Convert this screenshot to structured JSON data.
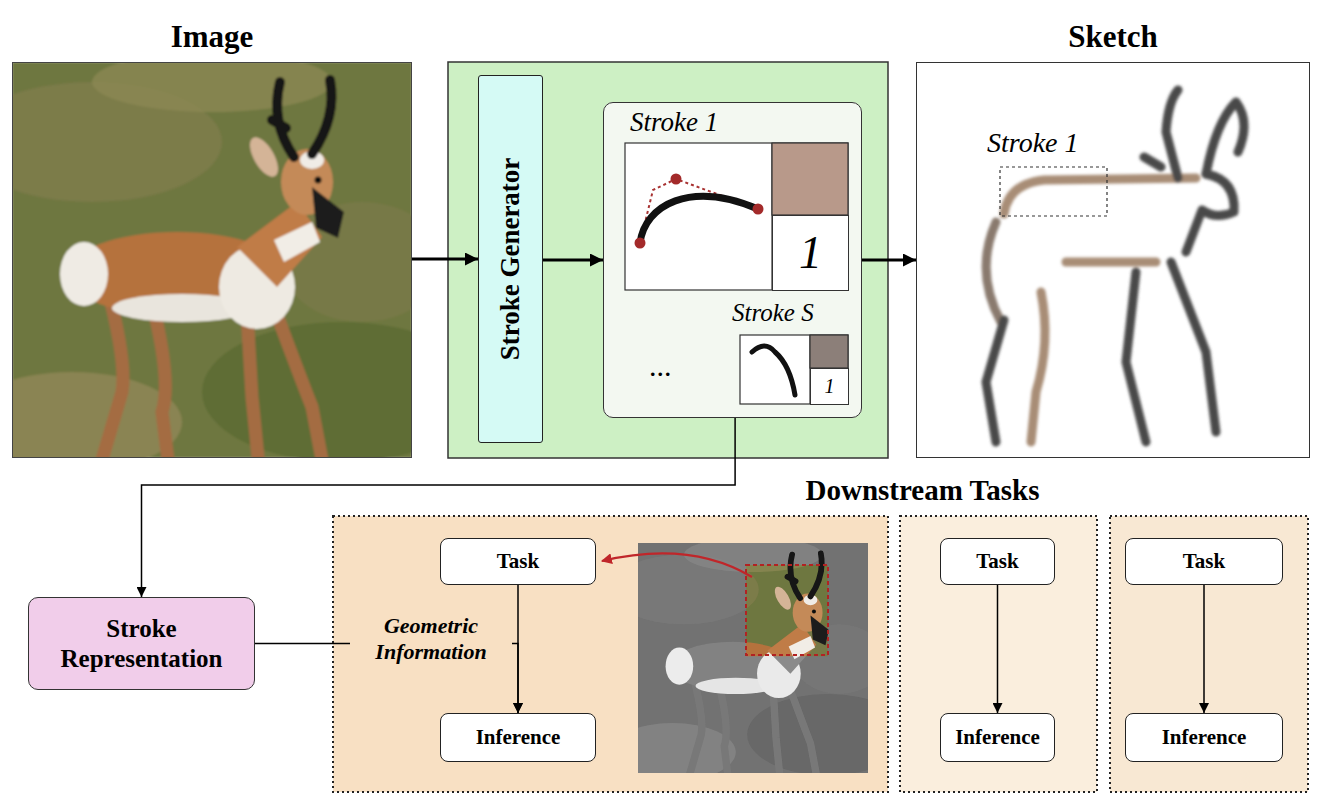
{
  "diagram": {
    "nodes": [
      {
        "text": [
          "Image"
        ]
      },
      {
        "text": [
          "Stroke Generator"
        ]
      },
      {
        "text": [
          "Stroke 1",
          "...",
          "Stroke S"
        ]
      },
      {
        "text": [
          "1"
        ],
        "in": 2
      },
      {
        "text": [
          "1"
        ],
        "in": 2
      },
      {
        "text": [
          "Sketch",
          "Stroke 1"
        ]
      },
      {
        "text": [
          "Stroke Representation"
        ]
      },
      {
        "text": [
          "Task"
        ]
      },
      {
        "text": [
          "Inference"
        ]
      },
      {
        "text": [
          "Task"
        ]
      },
      {
        "text": [
          "Inference"
        ]
      },
      {
        "text": [
          "Task"
        ]
      },
      {
        "text": [
          "Inference"
        ]
      }
    ],
    "edges": [
      {
        "from": 0,
        "to": 1,
        "arrow": "to"
      },
      {
        "from": 1,
        "to": 2,
        "arrow": "to"
      },
      {
        "from": 2,
        "to": 5,
        "arrow": "to"
      },
      {
        "from": 2,
        "to": 6,
        "arrow": "to"
      },
      {
        "from": 6,
        "to": 8,
        "label": "Geometric Information",
        "arrow": "to"
      },
      {
        "from": 7,
        "to": 8,
        "arrow": "to"
      },
      {
        "from": 9,
        "to": 10,
        "arrow": "to"
      },
      {
        "from": 11,
        "to": 12,
        "arrow": "to"
      }
    ],
    "labels": [
      "Downstream Tasks"
    ]
  }
}
